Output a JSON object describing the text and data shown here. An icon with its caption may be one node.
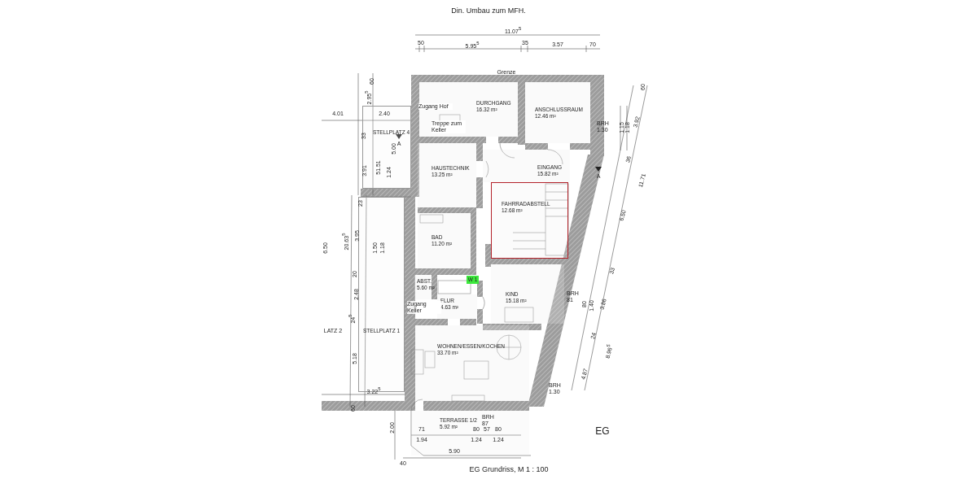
{
  "diagram": {
    "title": "Din. Umbau zum MFH.",
    "caption": "EG Grundriss,  M 1 : 100",
    "nodes": [
      {
        "text": [
          "DURCHGANG",
          "16.32 m²"
        ]
      },
      {
        "text": [
          "ANSCHLUSSRAUM",
          "12.46 m²"
        ]
      },
      {
        "text": [
          "STELLPLATZ 4"
        ]
      },
      {
        "text": [
          "HAUSTECHNIK",
          "13.25 m²"
        ]
      },
      {
        "text": [
          "EINGANG",
          "15.82 m²"
        ]
      },
      {
        "text": [
          "FAHRRADABSTELL",
          "12.68 m²"
        ]
      },
      {
        "text": [
          "BAD",
          "11.20 m²"
        ]
      },
      {
        "text": [
          "ABST.",
          "5.60 m²"
        ]
      },
      {
        "text": [
          "W 1"
        ]
      },
      {
        "text": [
          "FLUR",
          "4.63 m²"
        ]
      },
      {
        "text": [
          "KIND",
          "15.18 m²"
        ]
      },
      {
        "text": [
          "STELLPLATZ 1"
        ]
      },
      {
        "text": [
          "WOHNEN/ESSEN/KOCHEN",
          "33.70 m²"
        ]
      },
      {
        "text": [
          "TERRASSE 1/2",
          "5.92 m²"
        ]
      }
    ],
    "labels": [
      "11.07$^{5}$",
      "50",
      "5.95$^{5}$",
      "35",
      "3.57",
      "70",
      "Grenze",
      "60",
      "60",
      "2.95$^{5}$",
      "Zugang Hof",
      "4.01",
      "2.40",
      "Treppe zum Keller",
      "BRH 1.30",
      "1.15",
      "1.18",
      "3.92",
      "33",
      "5.00",
      "A",
      "36",
      "3.91",
      "51.51",
      "1.24",
      "A",
      "11.71",
      "23",
      "6.50",
      "20.63$^{5}$",
      "3.95",
      "1.50",
      "1.18",
      "6.50",
      "20",
      "33",
      "2.48",
      "Zugang Keller",
      "BRH 81",
      "80",
      "1.40",
      "3.86",
      "24$^{5}$",
      "LATZ 2",
      "24",
      "8.96$^{5}$",
      "5.18",
      "4.87",
      "BRH 1.30",
      "3.22$^{5}$",
      "60",
      "BRH 87",
      "EG",
      "2.00",
      "71",
      "80",
      "57",
      "80",
      "1.94",
      "1.24",
      "1.24",
      "5.90",
      "40"
    ]
  }
}
